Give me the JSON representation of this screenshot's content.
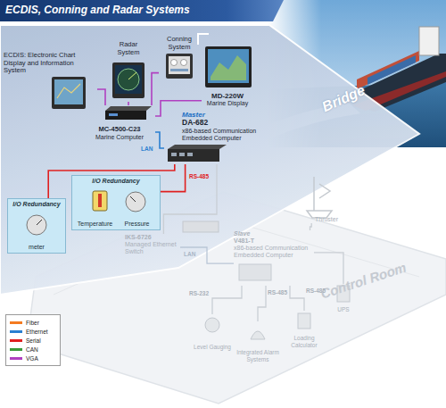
{
  "diagram": {
    "title": "ECDIS, Conning and Radar Systems",
    "nodes": [
      {
        "text": [
          "ECDIS: Electronic Chart Display and Information System"
        ]
      },
      {
        "text": [
          "Radar System"
        ]
      },
      {
        "text": [
          "Conning System"
        ]
      },
      {
        "text": [
          "MD-220W",
          "Marine Display"
        ]
      },
      {
        "text": [
          "MC-4500-C23",
          "Marine Computer"
        ]
      },
      {
        "text": [
          "Master",
          "DA-682",
          "x86-based Communication Embedded Computer"
        ]
      },
      {
        "text": [
          "I/O Redundancy",
          "meter"
        ]
      },
      {
        "text": [
          "I/O Redundancy",
          "Temperature",
          "Pressure"
        ]
      },
      {
        "text": [
          "IKS-6726",
          "Managed Ethernet Switch"
        ]
      },
      {
        "text": [
          "Slave",
          "V481-T",
          "x86-based Communication Embedded Computer"
        ]
      },
      {
        "text": [
          "Thruster"
        ]
      },
      {
        "text": [
          "Level Gauging"
        ]
      },
      {
        "text": [
          "Integrated Alarm Systems"
        ]
      },
      {
        "text": [
          "Loading Calculator"
        ]
      },
      {
        "text": [
          "UPS"
        ]
      }
    ],
    "edges": [
      {
        "from": 0,
        "to": 4,
        "arrow": "none"
      },
      {
        "from": 1,
        "to": 4,
        "arrow": "none"
      },
      {
        "from": 2,
        "to": 4,
        "arrow": "none"
      },
      {
        "from": 3,
        "to": 4,
        "arrow": "none"
      },
      {
        "from": 4,
        "to": 5,
        "label": "LAN",
        "arrow": "none"
      },
      {
        "from": 5,
        "to": 6,
        "arrow": "none"
      },
      {
        "from": 5,
        "to": 7,
        "label": "RS-485",
        "arrow": "none"
      },
      {
        "from": 5,
        "to": 8,
        "arrow": "none"
      },
      {
        "from": 8,
        "to": 9,
        "label": "LAN",
        "arrow": "none"
      },
      {
        "from": 9,
        "to": 10,
        "arrow": "none"
      },
      {
        "from": 9,
        "to": 11,
        "label": "RS-232",
        "arrow": "none"
      },
      {
        "from": 9,
        "to": 12,
        "label": "RS-485",
        "arrow": "none"
      },
      {
        "from": 9,
        "to": 13,
        "label": "RS-485",
        "arrow": "none"
      },
      {
        "from": 9,
        "to": 14,
        "arrow": "none"
      }
    ],
    "labels": [
      "Bridge",
      "Control Room"
    ],
    "legend": [
      {
        "text": "Fiber",
        "color": "#f47b20"
      },
      {
        "text": "Ethernet",
        "color": "#2a7fd0"
      },
      {
        "text": "Serial",
        "color": "#e02020"
      },
      {
        "text": "CAN",
        "color": "#3a9a3a"
      },
      {
        "text": "VGA",
        "color": "#b040c0"
      }
    ]
  }
}
